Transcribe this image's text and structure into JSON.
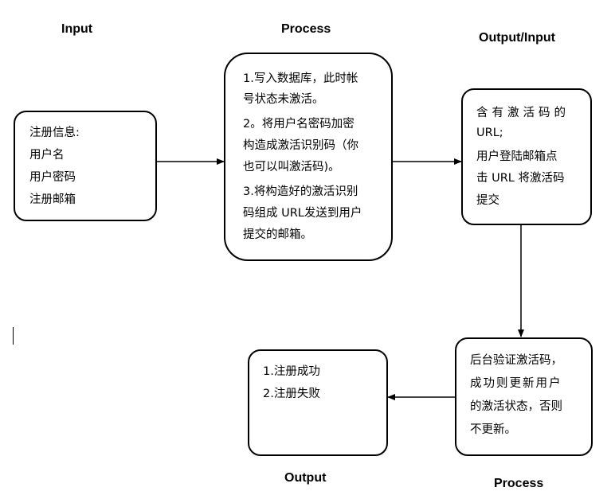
{
  "labels": {
    "input": "Input",
    "process_top": "Process",
    "output_input": "Output/Input",
    "output": "Output",
    "process_bottom": "Process"
  },
  "boxes": {
    "input_box": {
      "lines": [
        "注册信息:",
        "用户名",
        "用户密码",
        "注册邮箱"
      ]
    },
    "process_box": {
      "lines": [
        "1.写入数据库，此时帐",
        "号状态未激活。",
        "2。将用户名密码加密",
        "构造成激活识别码（你",
        "也可以叫激活码)。",
        "3.将构造好的激活识别",
        "码组成 URL发送到用户",
        "提交的邮箱。"
      ]
    },
    "output_input_box": {
      "lines": [
        "含有激活码的",
        "URL;",
        "用户登陆邮箱点",
        "击 URL 将激活码",
        "提交"
      ]
    },
    "verify_box": {
      "lines": [
        "后台验证激活码，",
        "成功则更新用户",
        "的激活状态，否则",
        "不更新。"
      ]
    },
    "result_box": {
      "lines": [
        "1.注册成功",
        "2.注册失败"
      ]
    }
  }
}
